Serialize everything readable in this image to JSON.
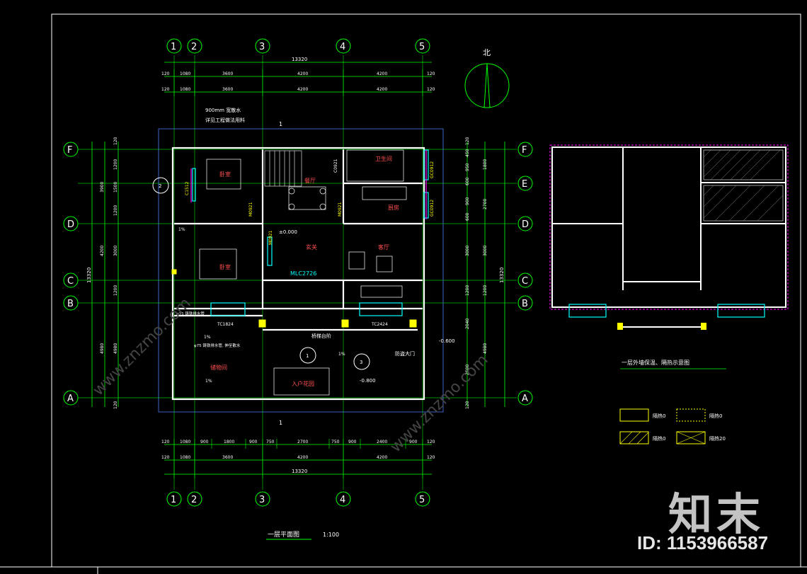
{
  "plan": {
    "title": "一层平面图",
    "scale": "1:100",
    "north": "北",
    "axes_x": [
      "1",
      "2",
      "3",
      "4",
      "5"
    ],
    "axes_y": [
      "F",
      "E",
      "D",
      "C",
      "B",
      "A"
    ],
    "dims_top_1": [
      "120",
      "1080",
      "3600",
      "4200",
      "4200",
      "120"
    ],
    "dims_top_2": [
      "120",
      "1080",
      "3600",
      "4200",
      "4200",
      "120"
    ],
    "dims_total": "13320",
    "dims_bottom_1": [
      "120",
      "1080",
      "900",
      "1800",
      "900",
      "750",
      "2700",
      "750",
      "900",
      "2400",
      "900",
      "120"
    ],
    "dims_bottom_2": [
      "120",
      "1080",
      "3600",
      "4200",
      "4200",
      "120"
    ],
    "dims_left_1": [
      "120",
      "1200",
      "1500",
      "1200",
      "3000",
      "1200",
      "4980",
      "120"
    ],
    "dims_left_2": [
      "3900",
      "4200",
      "4980"
    ],
    "dims_right_1": [
      "120",
      "450",
      "950",
      "600",
      "900",
      "600",
      "3000",
      "1200",
      "2040",
      "2500",
      "120"
    ],
    "dims_right_2": [
      "1800",
      "2700",
      "3000",
      "1200",
      "4980"
    ],
    "dims_side_total": "13320",
    "note_1": "900mm  宽散水",
    "note_2": "详见工程做法用料",
    "rooms": {
      "bedroom_1": "卧室",
      "bedroom_2": "卧室",
      "dining": "餐厅",
      "kitchen": "厨房",
      "hall": "玄关",
      "living": "客厅",
      "bath": "卫生间",
      "storage": "储物间",
      "porch": "入户花园"
    },
    "labels": {
      "elev_0": "±0.000",
      "elev_1": "-0.600",
      "elev_2": "-0.800",
      "door_main": "MLC2726",
      "door_m0921_a": "M0921",
      "door_m0921_b": "M0921",
      "door_m0921_c": "M0921",
      "win_tc1824": "TC1824",
      "win_tc2424": "TC2424",
      "win_c1512": "C1512",
      "win_gc0912_a": "GC0912",
      "win_gc0912_b": "GC0912",
      "win_c0921": "C0921",
      "slope_1": "1%",
      "slope_2": "1%",
      "slope_3": "1%",
      "slope_4": "1%",
      "note_drain": "φ75  铸铁排水管",
      "note_drain_2": "φ75  铸铁排水管, 伸至散水",
      "note_step": "桥梯台阶",
      "note_gate": "防盗大门",
      "section": "1",
      "callout_1": "1",
      "callout_3": "3",
      "callout_2": "2"
    }
  },
  "legend": {
    "title": "一层外墙保温、隔热示意图",
    "items": [
      "隔热0",
      "隔热0",
      "隔热0",
      "隔热20"
    ]
  },
  "watermark": {
    "site": "www.znzmo.com",
    "logo": "知末",
    "id": "ID: 1153966587"
  },
  "colors": {
    "background": "#000000",
    "frame": "#ffffff",
    "grid": "#00ff00",
    "wall": "#ffffff",
    "dim": "#00ff00",
    "text_red": "#ff4040",
    "magenta": "#ff00ff",
    "cyan": "#00ffff",
    "yellow": "#ffff00",
    "blue": "#4a7dff"
  }
}
